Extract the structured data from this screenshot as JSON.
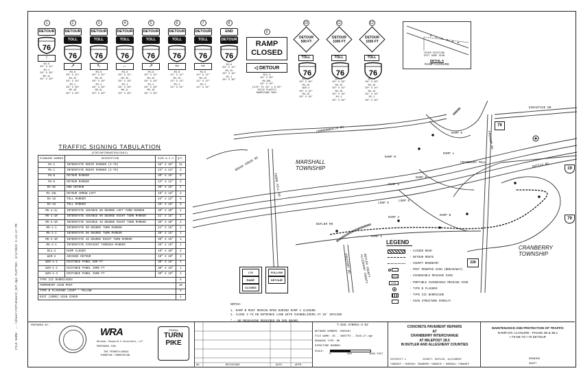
{
  "sidebar_text": "FILE NAME: ...\\Sheet\\TCP\\Sheet#_SHT.dgn   PLOTTED: 3/4/2022   3:43:47 PM",
  "signs": [
    {
      "num": "1",
      "l1": "DETOUR",
      "l2": "",
      "shield": "76",
      "arrow": "↑",
      "spec": "W4-8\n30\" X 15\"\nM1-1\n36\" X 36\"\nM5-1L\n30\" X 30\""
    },
    {
      "num": "2",
      "l1": "DETOUR",
      "l2": "TOLL",
      "shield": "76",
      "arrow": "↗",
      "spec": "M4-8\n30\" X 15\"\nM4-15\n36\" X 18\"\nM1-1\n36\" X 36\"\nM5-1R\n30\" X 30\""
    },
    {
      "num": "3",
      "l1": "DETOUR",
      "l2": "TOLL",
      "shield": "76",
      "arrow": "↖",
      "spec": "M4-8\n30\" X 15\"\nM4-15\n36\" X 18\"\nM1-1\n36\" X 36\"\nM6-2L\n30\" X 30\""
    },
    {
      "num": "4",
      "l1": "DETOUR",
      "l2": "TOLL",
      "shield": "76",
      "arrow": "←",
      "spec": "M4-8\n30\" X 15\"\nM4-15\n36\" X 18\"\nM1-1\n36\" X 36\"\nM6-1L\n30\" X 30\""
    },
    {
      "num": "5",
      "l1": "DETOUR",
      "l2": "TOLL",
      "shield": "76",
      "arrow": "↗",
      "spec": "M4-8\n30\" X 15\"\nM4-15\n36\" X 18\"\nM1-1\n36\" X 36\"\nM5-1R\n30\" X 30\""
    },
    {
      "num": "6",
      "l1": "DETOUR",
      "l2": "TOLL",
      "shield": "76",
      "arrow": "⇦",
      "spec": "M4-8\n24\" X 12\"\nM4-15\n24\" X 12\"\nM1-1\n24\" X 24\""
    },
    {
      "num": "7",
      "l1": "DETOUR",
      "l2": "TOLL",
      "shield": "76",
      "arrow": "⇨",
      "spec": "M4-8\n24\" X 12\"\nM4-15\n24\" X 12\"\nM1-1\n24\" X 24\""
    },
    {
      "num": "8",
      "l1": "END",
      "l2": "DETOUR",
      "shield": "76",
      "arrow": "",
      "spec": "M4-8\n30\" X 15\"\nM4-15\n36\" X 18\"\nM1-1\n36\" X 36\""
    }
  ],
  "ramp_closed": {
    "num": "9",
    "l1": "RAMP",
    "l2": "CLOSED",
    "detour": "DETOUR",
    "spec": "R11-2\n48\" X 30\"\nM4-8AL\n48\" X 18\"\n(5/8\" TO 12\" x 0.25\"\nTHICK PLASTIC\nBARRICADE RAIL"
  },
  "diamonds": [
    {
      "num": "10",
      "text": "DETOUR\n500 FT",
      "shield": "76",
      "spec": "W20-2\n48\" X 48\"\nM4-15\nW20-2\n30\" X 15\"\nM4-15\n36\" X 18\""
    },
    {
      "num": "11",
      "text": "DETOUR\n1000 FT",
      "shield": "76",
      "spec": "W20-2\n48\" X 48\"\nM4-15\n30\" X 15\"\nM4-15\n36\" X 18\"\nM1-1\n36\" X 36\""
    },
    {
      "num": "12",
      "text": "DETOUR\n1500 FT",
      "shield": "76",
      "spec": "W20-2\n48\" X 48\"\nM4-15\n30\" X 15\"\nM4-15\n36\" X 18\"\nM1-1\n36\" X 36\""
    }
  ],
  "detail_a": {
    "note": "COVER EXISTING\nEXIT GORE SIGN",
    "title": "DETAIL A",
    "sub": "RAMP CLOSURE"
  },
  "table": {
    "title": "TRAFFIC SIGNING TABULATION",
    "subtitle": "(FOR INFORMATION ONLY)",
    "headers": [
      "STANDARD NUMBER",
      "DESCRIPTION",
      "SIZE W X H",
      "QTY."
    ],
    "rows": [
      [
        "M1-1",
        "INTERSTATE ROUTE MARKER (I-76)",
        "36\" X 36\"",
        "11"
      ],
      [
        "M1-1",
        "INTERSTATE ROUTE MARKER (I-76)",
        "24\" X 24\"",
        "2"
      ],
      [
        "M4-8",
        "DETOUR MARKER",
        "30\" X 15\"",
        "5"
      ],
      [
        "M4-8",
        "DETOUR MARKER",
        "24\" X 12\"",
        "2"
      ],
      [
        "M4-8A",
        "END DETOUR",
        "30\" X 15\"",
        "1"
      ],
      [
        "M4-10L",
        "DETOUR ARROW LEFT",
        "48\" X 18\"",
        "2"
      ],
      [
        "M4-15",
        "TOLL MARKER",
        "24\" X 12\"",
        "6"
      ],
      [
        "M4-15",
        "TOLL MARKER",
        "36\" X 18\"",
        "9"
      ],
      [
        "M5-1-1L",
        "INTERSTATE ADVANCE 90 DEGREE LEFT TURN MARKER",
        "30\" X 30\"",
        "1"
      ],
      [
        "M5-1-1R",
        "INTERSTATE ADVANCE 90 DEGREE RIGHT TURN MARKER",
        "21\" X 15\"",
        "1"
      ],
      [
        "M5-2-1R",
        "INTERSTATE ADVANCE 45 DEGREE RIGHT TURN MARKER",
        "30\" X 30\"",
        "2"
      ],
      [
        "M6-1-1",
        "INTERSTATE 90 DEGREE TURN MARKER",
        "21\" X 15\"",
        "1"
      ],
      [
        "M6-1-1",
        "INTERSTATE 90 DEGREE TURN MARKER",
        "30\" X 15\"",
        "1"
      ],
      [
        "M6-2-1R",
        "INTERSTATE 45 DEGREE RIGHT TURN MARKER",
        "30\" X 15\"",
        "1"
      ],
      [
        "M6-3-1",
        "INTERSTATE STRAIGHT THROUGH MARKER",
        "30\" X 15\"",
        "1"
      ],
      [
        "R11-2",
        "RAMP CLOSED",
        "48\" X 30\"",
        "2"
      ],
      [
        "W20-2",
        "ADVANCE DETOUR",
        "48\" X 48\"",
        "3"
      ],
      [
        "W20-1-1",
        "DISTANCE PANEL 500 FT",
        "30\" X 18\"",
        "1"
      ],
      [
        "W20-1-2",
        "DISTANCE PANEL 1000 FT",
        "30\" X 18\"",
        "1"
      ],
      [
        "W20-1-3",
        "DISTANCE PANEL 1500 FT",
        "30\" X 18\"",
        "1"
      ],
      [
        "TYPE III BARRICADES",
        "",
        "",
        "5"
      ],
      [
        "TEMPORARY SIGN POST",
        "",
        "",
        "10"
      ],
      [
        "TYPE B FLASHING LIGHT - YELLOW",
        "",
        "",
        "4"
      ],
      [
        "EXIT (GORE) SIGN COVER",
        "",
        "",
        "1"
      ]
    ]
  },
  "map": {
    "labels": [
      {
        "t": "COMMONWEALTH DR",
        "cls": "",
        "rot": -10
      },
      {
        "t": "MARSHALL\nTOWNSHIP",
        "cls": "big",
        "rot": 0
      },
      {
        "t": "CRANBERRY\nTOWNSHIP",
        "cls": "big",
        "rot": 0
      },
      {
        "t": "EXECUTIVE DR",
        "cls": "",
        "rot": -5
      },
      {
        "t": "DUTILH RD",
        "cls": "",
        "rot": -10
      },
      {
        "t": "BRUSH CREEK RD",
        "cls": "",
        "rot": -30
      },
      {
        "t": "THORN HILL RD",
        "cls": "",
        "rot": 80
      },
      {
        "t": "FREEDOM RD",
        "cls": "",
        "rot": 80
      },
      {
        "t": "FREEPORT RD",
        "cls": "",
        "rot": 80
      },
      {
        "t": "CRANBERRY MALL",
        "cls": "",
        "rot": 0
      },
      {
        "t": "RAMP K",
        "cls": "",
        "rot": 0
      },
      {
        "t": "RAMP L",
        "cls": "",
        "rot": 0
      },
      {
        "t": "RAMP M",
        "cls": "",
        "rot": 0
      },
      {
        "t": "RAMP N",
        "cls": "",
        "rot": 0
      },
      {
        "t": "RAMP G",
        "cls": "",
        "rot": 0
      },
      {
        "t": "LOOP D",
        "cls": "",
        "rot": 0
      },
      {
        "t": "LOOP E",
        "cls": "",
        "rot": 0
      },
      {
        "t": "RAMP B",
        "cls": "",
        "rot": 0
      },
      {
        "t": "RAMP A",
        "cls": "",
        "rot": 0
      },
      {
        "t": "RAMP C",
        "cls": "",
        "rot": 0
      },
      {
        "t": "BUTLER RD",
        "cls": "",
        "rot": 0
      },
      {
        "t": "BUTLER COUNTY\nALLEGHENY COUNTY",
        "cls": "",
        "rot": 80
      }
    ],
    "shields": [
      {
        "t": "76"
      },
      {
        "t": "19"
      },
      {
        "t": "79"
      },
      {
        "t": "228"
      }
    ]
  },
  "map_signs": [
    {
      "l1": "I-76",
      "l2": "RAMP",
      "l3": "CLOSED"
    },
    {
      "l1": "FOLLOW",
      "l2": "DETOUR",
      "l3": ""
    }
  ],
  "legend": {
    "title": "LEGEND",
    "items": [
      "- CLOSED ROAD",
      "- DETOUR ROUTE",
      "- COUNTY BOUNDARY",
      "- POST MOUNTED SIGN (BREAKAWAY)",
      "- CHANGEABLE MESSAGE SIGN",
      "- PORTABLE CHANGEABLE MESSAGE SIGN",
      "- TYPE B FLASHER",
      "- TYPE III BARRICADE",
      "- SIGN STRUCTURE OVERLAY"
    ]
  },
  "notes": {
    "title": "NOTES:",
    "items": [
      "1. RAMP B MUST REMAIN OPEN DURING RAMP C CLOSURE.",
      "2. CLOSE I-76 EB ENTRANCE LANE WITH CHANNELIZERS AT 10' SPACING",
      "* - NO MESSAGING REQUIRED ON CMS BOARD."
    ]
  },
  "titleblock": {
    "prepared_by": "PREPARED BY:",
    "firm": "WRA",
    "firm_sub": "Whitman, Requardt & Associates, LLP",
    "prepared_for": "PREPARED FOR:",
    "client1": "THE PENNSYLVANIA",
    "client2": "TURNPIKE COMMISSION",
    "tp_top": "PENNA",
    "tp_mid1": "TURN",
    "tp_mid2": "PIKE",
    "rev_headers": [
      "NO.",
      "REVISIONS",
      "DATE",
      "APPR."
    ],
    "sheet_no": "T-028.47R001-3-02",
    "network": "NETWORK NUMBER: 2000301",
    "file": "FILE NAME: 28 - 4685TP3 - 3546_27.dgn",
    "drawing": "DRAWING TYPE: BK",
    "structure": "STRUCTURE NUMBER:",
    "scale_label": "SCALE:",
    "scale_vals": [
      "0",
      "500",
      "1000 FEET"
    ],
    "project1": "CONCRETE PAVEMENT REPAIRS",
    "project2": "AT",
    "project3": "CRANBERRY INTERCHANGE",
    "project4": "AT MILEPOST 28.0",
    "project5": "IN BUTLER AND ALLEGHENY COUNTIES",
    "district": "DISTRICT 1",
    "county": "COUNTY: BUTLER, ALLEGHENY",
    "township": "TOWNSHIP / BOROUGH: CRANBERRY TOWNSHIP / MARSHALL TOWNSHIP",
    "title1": "MAINTENANCE AND PROTECTION OF TRAFFIC",
    "title2": "RAMP D/C CLOSURE - PHASE 2B & 4B.1",
    "title3": "I-79 NB TO I-76 DETOUR",
    "drawing_no": "DRAWING",
    "sheet": "SHEET"
  }
}
